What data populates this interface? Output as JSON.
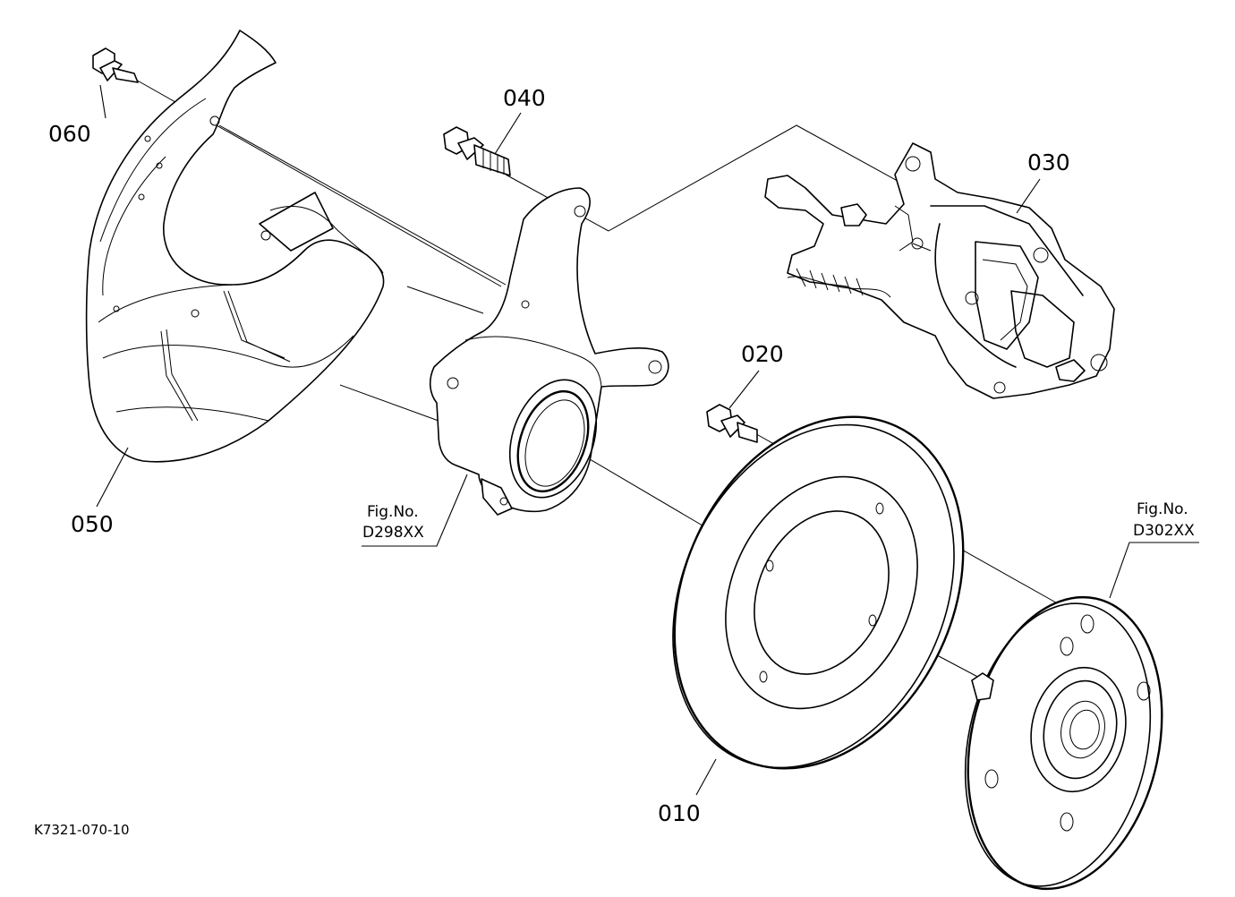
{
  "diagram": {
    "part_labels": {
      "p010": "010",
      "p020": "020",
      "p030": "030",
      "p040": "040",
      "p050": "050",
      "p060": "060"
    },
    "figure_refs": {
      "left": {
        "line1": "Fig.No.",
        "line2": "D298XX"
      },
      "right": {
        "line1": "Fig.No.",
        "line2": "D302XX"
      }
    },
    "drawing_code": "K7321-070-10"
  }
}
